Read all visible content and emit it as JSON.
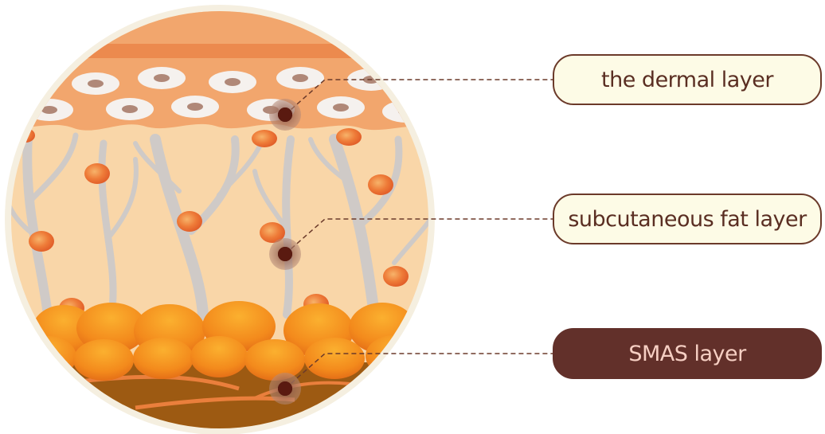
{
  "labels": {
    "dermal": "the dermal layer",
    "fat": "subcutaneous fat layer",
    "smas": "SMAS layer"
  },
  "colors": {
    "dermis_band": "#f2a66d",
    "dermis_stripe": "#ec8a4e",
    "fat_background": "#f9d6a8",
    "vessel": "#cfcac7",
    "fat_cell": "#ec6c2d",
    "fat_lobule": "#f28b1c",
    "smas_base": "#9d5a12",
    "label_border": "#6b3a2a",
    "label_fill_light": "#fdfbe6",
    "label_fill_dark": "#62302a",
    "marker": "#5a1a10"
  }
}
